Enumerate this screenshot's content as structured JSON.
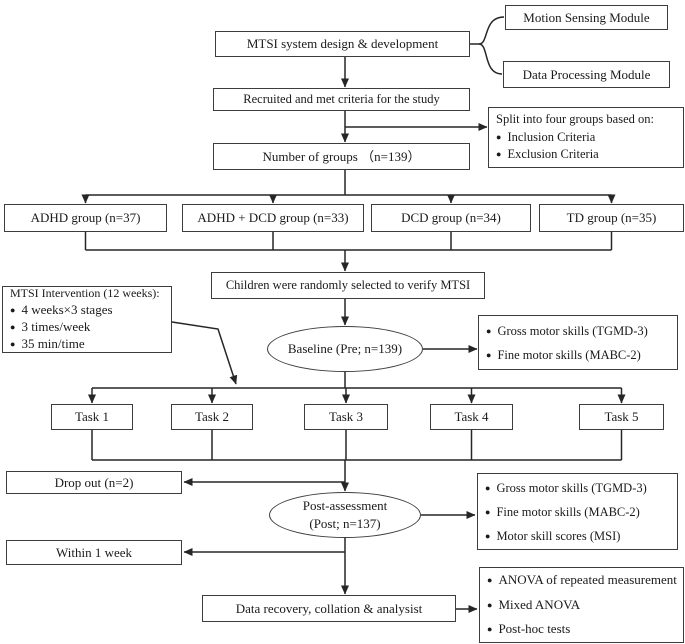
{
  "diagram": {
    "colors": {
      "line": "#262626",
      "border": "#3d3d3d",
      "text": "#1a1a1a",
      "bg": "#ffffff"
    },
    "nodes": {
      "mtsi": "MTSI system design & development",
      "motion_module": "Motion Sensing Module",
      "data_module": "Data Processing Module",
      "recruited": "Recruited and met criteria for the study",
      "number_groups": "Number of groups （n=139）",
      "children_selected": "Children were randomly selected to verify MTSI",
      "baseline": "Baseline (Pre; n=139)",
      "dropout": "Drop out  (n=2)",
      "post_line1": "Post-assessment",
      "post_line2": "(Post; n=137)",
      "within_week": "Within 1 week",
      "data_recovery": "Data recovery, collation & analysist"
    },
    "split_box": {
      "title": "Split into four groups based on:",
      "items": [
        "Inclusion Criteria",
        "Exclusion Criteria"
      ]
    },
    "intervention_box": {
      "title": "MTSI Intervention (12 weeks):",
      "items": [
        "4 weeks×3 stages",
        "3 times/week",
        "35 min/time"
      ]
    },
    "groups": [
      "ADHD group (n=37)",
      "ADHD + DCD group (n=33)",
      "DCD group (n=34)",
      "TD group (n=35)"
    ],
    "tasks": [
      "Task 1",
      "Task 2",
      "Task 3",
      "Task 4",
      "Task 5"
    ],
    "pre_measures": [
      "Gross motor skills (TGMD-3)",
      "Fine motor skills (MABC-2)"
    ],
    "post_measures": [
      "Gross motor skills (TGMD-3)",
      "Fine motor skills (MABC-2)",
      "Motor skill scores (MSI)"
    ],
    "analyses": [
      "ANOVA of repeated measurement",
      "Mixed ANOVA",
      "Post-hoc tests"
    ]
  }
}
